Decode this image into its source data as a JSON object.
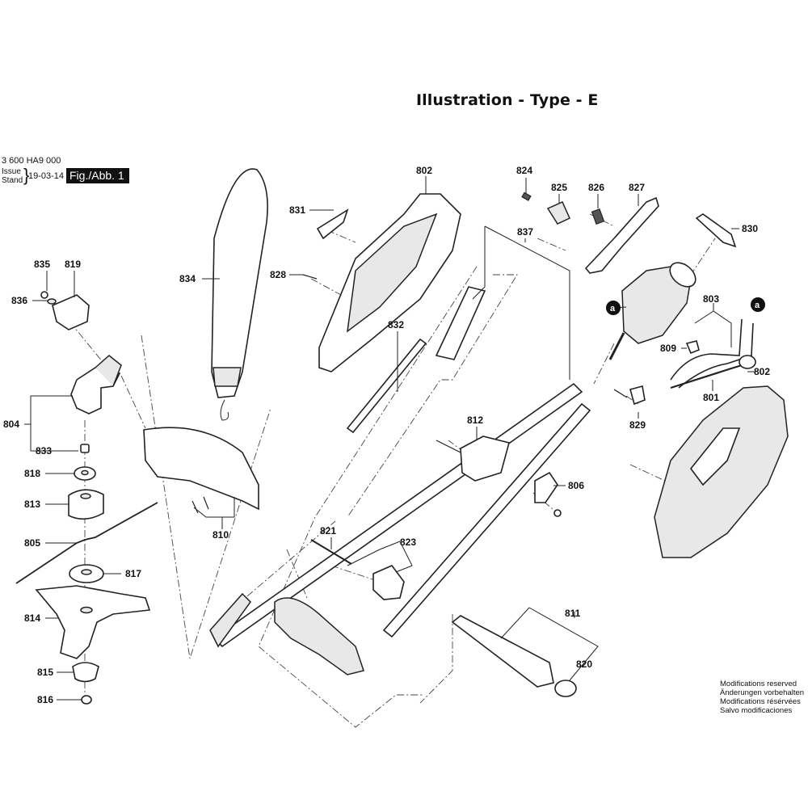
{
  "header": {
    "title": "Illustration - Type - E",
    "doc_number": "3 600 HA9 000",
    "issue_label_line1": "Issue",
    "issue_label_line2": "Stand",
    "issue_date": "19-03-14",
    "figure_label": "Fig./Abb. 1"
  },
  "footer": {
    "modifications": [
      "Modifications reserved",
      "Änderungen vorbehalten",
      "Modifications résérvées",
      "Salvo modificaciones"
    ]
  },
  "parts": {
    "p801": "801",
    "p802a": "802",
    "p802b": "802",
    "p803": "803",
    "p804": "804",
    "p805": "805",
    "p806": "806",
    "p809": "809",
    "p810": "810",
    "p811": "811",
    "p812": "812",
    "p813": "813",
    "p814": "814",
    "p815": "815",
    "p816": "816",
    "p817": "817",
    "p818": "818",
    "p819": "819",
    "p820": "820",
    "p821": "821",
    "p823": "823",
    "p824": "824",
    "p825": "825",
    "p826": "826",
    "p827": "827",
    "p828": "828",
    "p829": "829",
    "p830": "830",
    "p831": "831",
    "p832": "832",
    "p833": "833",
    "p834": "834",
    "p835": "835",
    "p836": "836",
    "p837": "837"
  },
  "markers": {
    "a_left": "a",
    "a_right": "a"
  }
}
